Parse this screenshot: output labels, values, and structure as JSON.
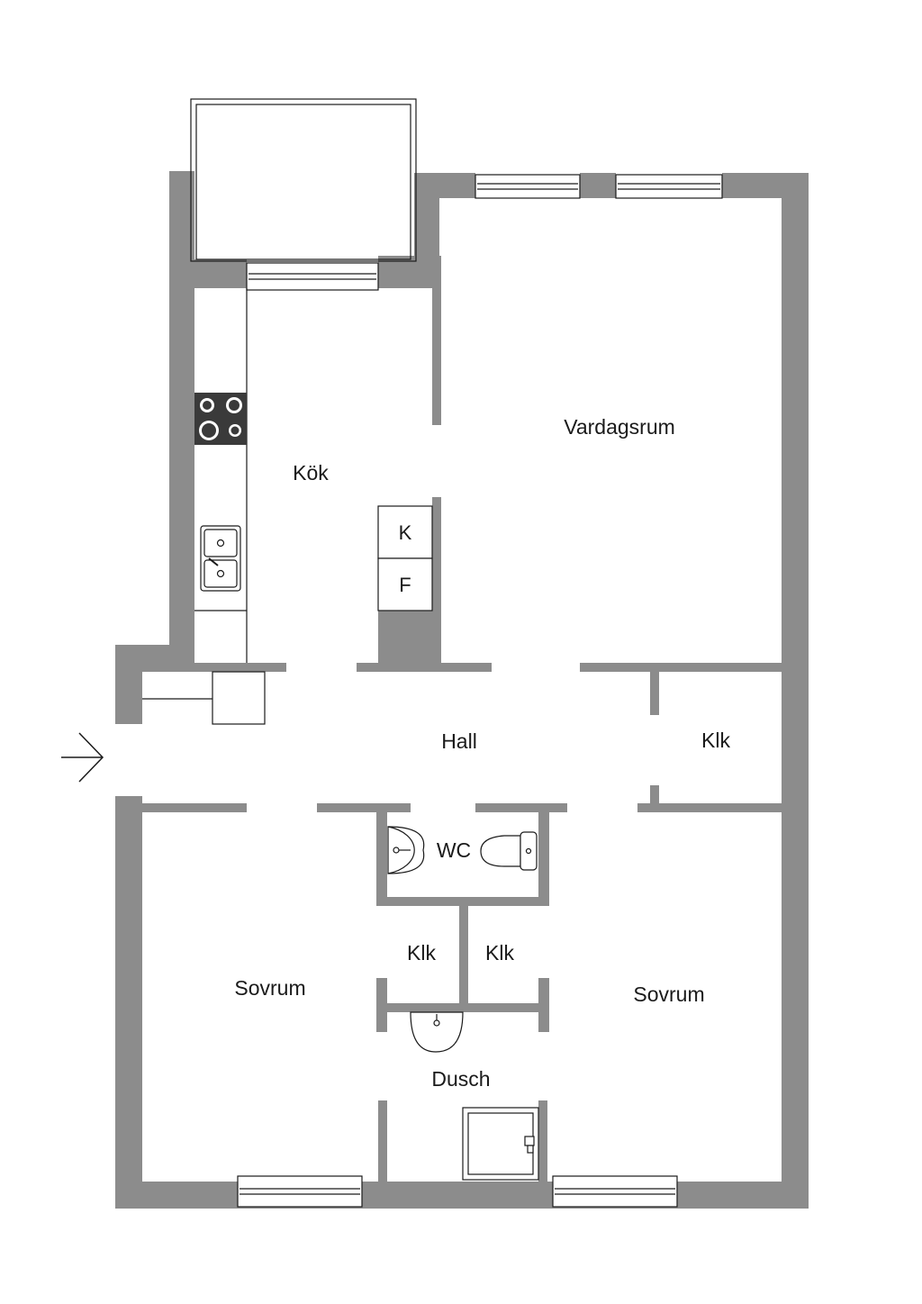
{
  "rooms": {
    "kitchen": "Kök",
    "living_room": "Vardagsrum",
    "hall": "Hall",
    "closet_hall": "Klk",
    "wc": "WC",
    "closet_left": "Klk",
    "closet_right": "Klk",
    "bedroom_left": "Sovrum",
    "bedroom_right": "Sovrum",
    "shower": "Dusch"
  },
  "appliances": {
    "fridge": "K",
    "freezer": "F"
  },
  "icons": {
    "entrance": "arrow-right-icon",
    "stove": "stove-icon",
    "sink": "double-sink-icon",
    "washbasin": "washbasin-icon",
    "toilet": "toilet-icon",
    "shower_tray": "shower-icon"
  },
  "colors": {
    "wall": "#8c8c8c",
    "line": "#1a1a1a",
    "stove": "#3a3a3a"
  }
}
